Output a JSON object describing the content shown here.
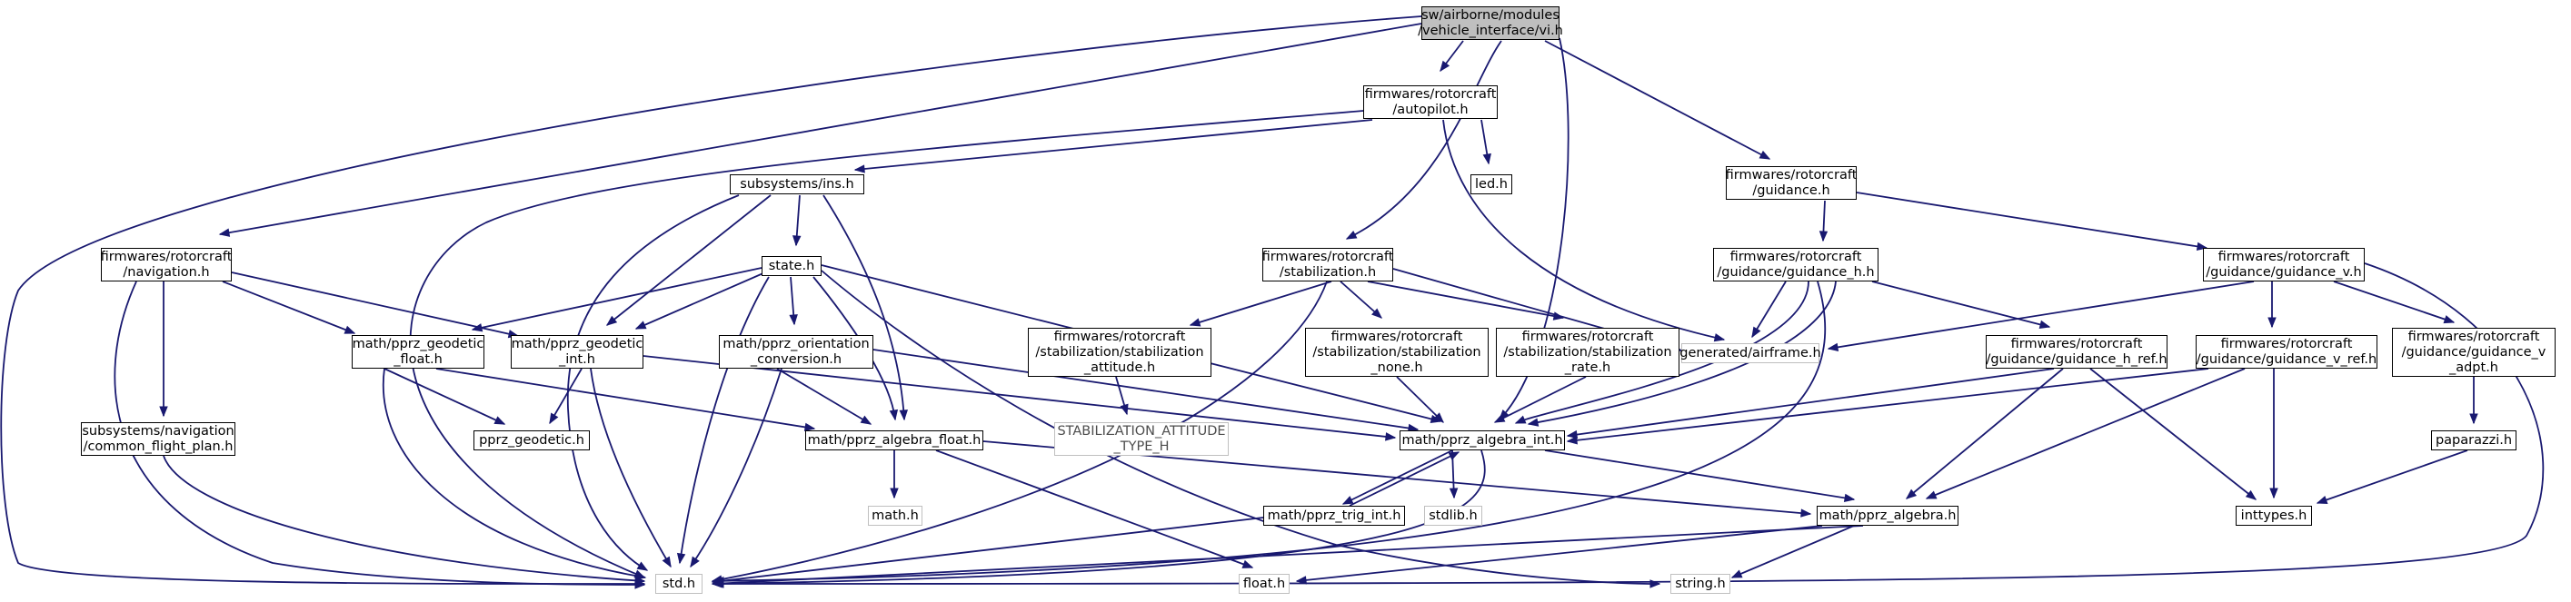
{
  "colors": {
    "edge": "#191970",
    "node_border": "#000000",
    "external_border": "#bfbfbf",
    "root_fill": "#bfbfbf"
  },
  "nodes": {
    "vi_h": "sw/airborne/modules\n/vehicle_interface/vi.h",
    "autopilot_h": "firmwares/rotorcraft\n/autopilot.h",
    "guidance_h": "firmwares/rotorcraft\n/guidance.h",
    "navigation_h": "firmwares/rotorcraft\n/navigation.h",
    "ins_h": "subsystems/ins.h",
    "led_h": "led.h",
    "stabilization_h": "firmwares/rotorcraft\n/stabilization.h",
    "guidance_h_h": "firmwares/rotorcraft\n/guidance/guidance_h.h",
    "guidance_v_h": "firmwares/rotorcraft\n/guidance/guidance_v.h",
    "state_h": "state.h",
    "pprz_geodetic_float_h": "math/pprz_geodetic\n_float.h",
    "pprz_geodetic_int_h": "math/pprz_geodetic\n_int.h",
    "pprz_orientation_conversion_h": "math/pprz_orientation\n_conversion.h",
    "stabilization_attitude_h": "firmwares/rotorcraft\n/stabilization/stabilization\n_attitude.h",
    "stabilization_none_h": "firmwares/rotorcraft\n/stabilization/stabilization\n_none.h",
    "stabilization_rate_h": "firmwares/rotorcraft\n/stabilization/stabilization\n_rate.h",
    "airframe_h": "generated/airframe.h",
    "guidance_h_ref_h": "firmwares/rotorcraft\n/guidance/guidance_h_ref.h",
    "guidance_v_ref_h": "firmwares/rotorcraft\n/guidance/guidance_v_ref.h",
    "guidance_v_adpt_h": "firmwares/rotorcraft\n/guidance/guidance_v\n_adpt.h",
    "common_flight_plan_h": "subsystems/navigation\n/common_flight_plan.h",
    "pprz_geodetic_h": "pprz_geodetic.h",
    "pprz_algebra_float_h": "math/pprz_algebra_float.h",
    "stabilization_attitude_type_h": "STABILIZATION_ATTITUDE\n_TYPE_H",
    "pprz_algebra_int_h": "math/pprz_algebra_int.h",
    "paparazzi_h": "paparazzi.h",
    "math_h": "math.h",
    "pprz_trig_int_h": "math/pprz_trig_int.h",
    "stdlib_h": "stdlib.h",
    "pprz_algebra_h": "math/pprz_algebra.h",
    "inttypes_h": "inttypes.h",
    "std_h": "std.h",
    "float_h": "float.h",
    "string_h": "string.h"
  }
}
